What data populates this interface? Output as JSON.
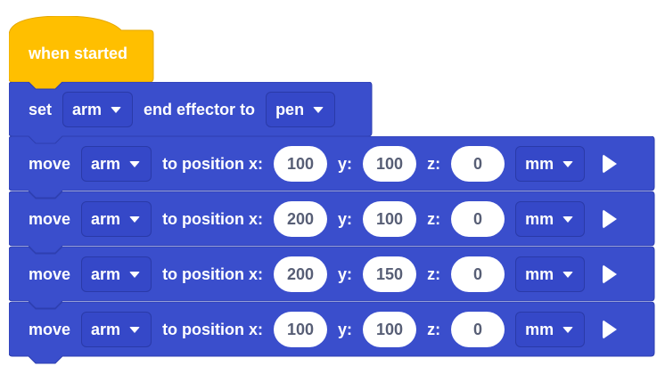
{
  "colors": {
    "event_block": "#FFBF00",
    "motion_block": "#3A4ECC",
    "dropdown_border": "#2A3AA8",
    "input_text": "#575E75"
  },
  "hat_block": {
    "label": "when started"
  },
  "set_block": {
    "prefix": "set",
    "device": "arm",
    "middle": "end effector to",
    "effector": "pen"
  },
  "move_blocks": [
    {
      "prefix": "move",
      "device": "arm",
      "label_x": "to position x:",
      "x": "100",
      "label_y": "y:",
      "y": "100",
      "label_z": "z:",
      "z": "0",
      "unit": "mm",
      "expand_icon": "play-arrow-icon"
    },
    {
      "prefix": "move",
      "device": "arm",
      "label_x": "to position x:",
      "x": "200",
      "label_y": "y:",
      "y": "100",
      "label_z": "z:",
      "z": "0",
      "unit": "mm",
      "expand_icon": "play-arrow-icon"
    },
    {
      "prefix": "move",
      "device": "arm",
      "label_x": "to position x:",
      "x": "200",
      "label_y": "y:",
      "y": "150",
      "label_z": "z:",
      "z": "0",
      "unit": "mm",
      "expand_icon": "play-arrow-icon"
    },
    {
      "prefix": "move",
      "device": "arm",
      "label_x": "to position x:",
      "x": "100",
      "label_y": "y:",
      "y": "100",
      "label_z": "z:",
      "z": "0",
      "unit": "mm",
      "expand_icon": "play-arrow-icon"
    }
  ]
}
